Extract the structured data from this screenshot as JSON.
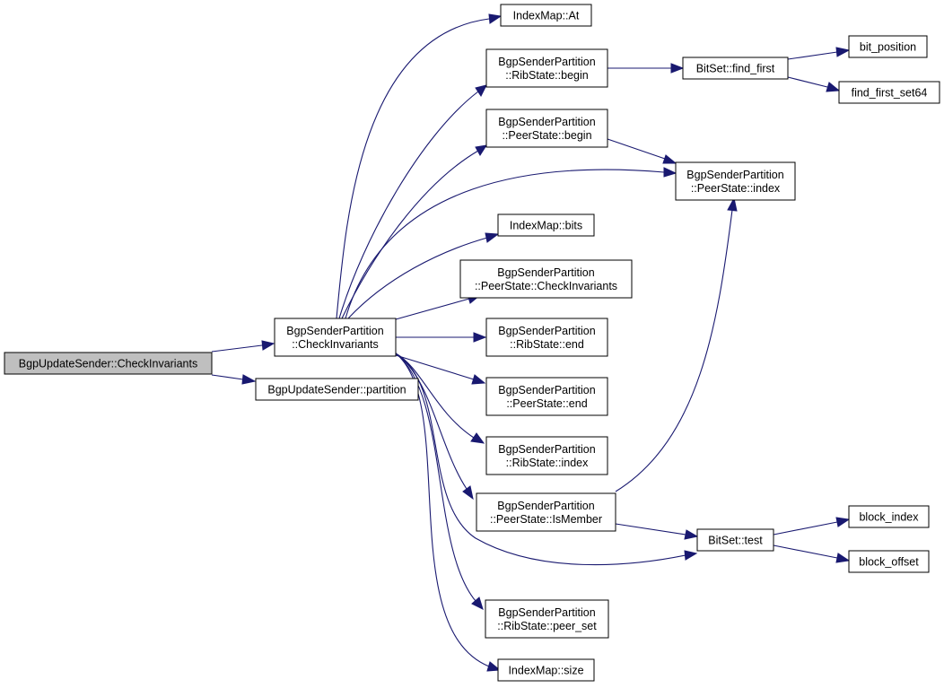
{
  "colors": {
    "edge": "#191970",
    "root_fill": "#bfbfbf",
    "node_fill": "#ffffff",
    "node_border": "#000000"
  },
  "graph": {
    "root": "BgpUpdateSender::CheckInvariants",
    "nodes": {
      "root": {
        "lines": [
          "BgpUpdateSender::CheckInvariants"
        ]
      },
      "part_check": {
        "lines": [
          "BgpSenderPartition",
          "::CheckInvariants"
        ]
      },
      "partition": {
        "lines": [
          "BgpUpdateSender::partition"
        ]
      },
      "im_at": {
        "lines": [
          "IndexMap::At"
        ]
      },
      "rib_begin": {
        "lines": [
          "BgpSenderPartition",
          "::RibState::begin"
        ]
      },
      "peer_begin": {
        "lines": [
          "BgpSenderPartition",
          "::PeerState::begin"
        ]
      },
      "im_bits": {
        "lines": [
          "IndexMap::bits"
        ]
      },
      "peer_check": {
        "lines": [
          "BgpSenderPartition",
          "::PeerState::CheckInvariants"
        ]
      },
      "rib_end": {
        "lines": [
          "BgpSenderPartition",
          "::RibState::end"
        ]
      },
      "peer_end": {
        "lines": [
          "BgpSenderPartition",
          "::PeerState::end"
        ]
      },
      "rib_index": {
        "lines": [
          "BgpSenderPartition",
          "::RibState::index"
        ]
      },
      "peer_ismember": {
        "lines": [
          "BgpSenderPartition",
          "::PeerState::IsMember"
        ]
      },
      "rib_peerset": {
        "lines": [
          "BgpSenderPartition",
          "::RibState::peer_set"
        ]
      },
      "im_size": {
        "lines": [
          "IndexMap::size"
        ]
      },
      "bitset_findfirst": {
        "lines": [
          "BitSet::find_first"
        ]
      },
      "peer_index": {
        "lines": [
          "BgpSenderPartition",
          "::PeerState::index"
        ]
      },
      "bitset_test": {
        "lines": [
          "BitSet::test"
        ]
      },
      "bit_position": {
        "lines": [
          "bit_position"
        ]
      },
      "find_first_set64": {
        "lines": [
          "find_first_set64"
        ]
      },
      "block_index": {
        "lines": [
          "block_index"
        ]
      },
      "block_offset": {
        "lines": [
          "block_offset"
        ]
      }
    },
    "edges": [
      [
        "root",
        "part_check"
      ],
      [
        "root",
        "partition"
      ],
      [
        "part_check",
        "im_at"
      ],
      [
        "part_check",
        "rib_begin"
      ],
      [
        "part_check",
        "peer_begin"
      ],
      [
        "part_check",
        "peer_index"
      ],
      [
        "part_check",
        "im_bits"
      ],
      [
        "part_check",
        "peer_check"
      ],
      [
        "part_check",
        "rib_end"
      ],
      [
        "part_check",
        "peer_end"
      ],
      [
        "part_check",
        "rib_index"
      ],
      [
        "part_check",
        "peer_ismember"
      ],
      [
        "part_check",
        "bitset_test"
      ],
      [
        "part_check",
        "rib_peerset"
      ],
      [
        "part_check",
        "im_size"
      ],
      [
        "rib_begin",
        "bitset_findfirst"
      ],
      [
        "peer_begin",
        "peer_index"
      ],
      [
        "peer_ismember",
        "peer_index"
      ],
      [
        "peer_ismember",
        "bitset_test"
      ],
      [
        "bitset_findfirst",
        "bit_position"
      ],
      [
        "bitset_findfirst",
        "find_first_set64"
      ],
      [
        "bitset_test",
        "block_index"
      ],
      [
        "bitset_test",
        "block_offset"
      ]
    ]
  }
}
